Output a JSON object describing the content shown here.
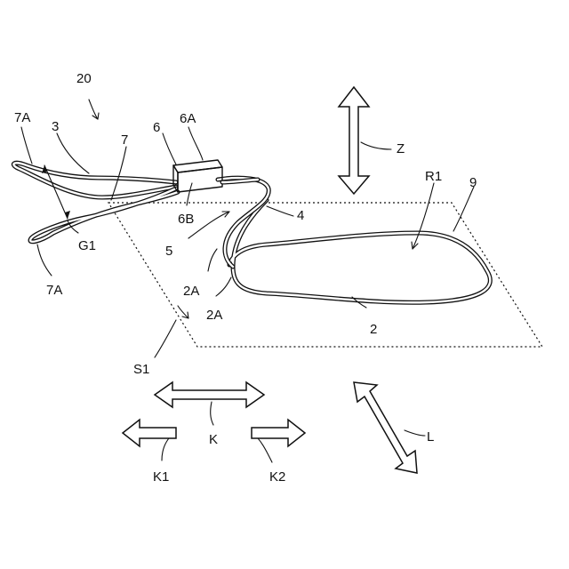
{
  "figure": {
    "labels": {
      "ref_20": "20",
      "ref_7a_top": "7A",
      "ref_3": "3",
      "ref_7": "7",
      "ref_6": "6",
      "ref_6a": "6A",
      "ref_6b": "6B",
      "ref_g1": "G1",
      "ref_7a_bottom": "7A",
      "ref_5": "5",
      "ref_4": "4",
      "ref_2a_upper": "2A",
      "ref_2a_lower": "2A",
      "ref_s1": "S1",
      "ref_z": "Z",
      "ref_r1": "R1",
      "ref_9": "9",
      "ref_2": "2",
      "ref_k": "K",
      "ref_k1": "K1",
      "ref_k2": "K2",
      "ref_l": "L"
    }
  }
}
